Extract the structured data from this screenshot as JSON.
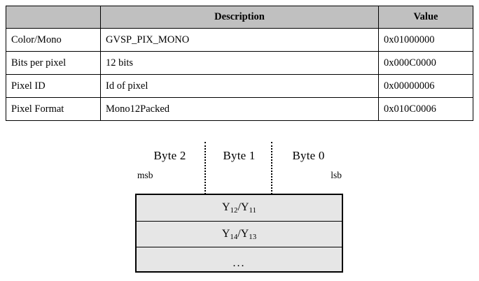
{
  "pixel_format_table": {
    "columns": [
      "",
      "Description",
      "Value"
    ],
    "rows": [
      {
        "name": "Color/Mono",
        "description": "GVSP_PIX_MONO",
        "value": "0x01000000"
      },
      {
        "name": "Bits per pixel",
        "description": "12 bits",
        "value": "0x000C0000"
      },
      {
        "name": "Pixel ID",
        "description": "Id of pixel",
        "value": "0x00000006"
      },
      {
        "name": "Pixel Format",
        "description": "Mono12Packed",
        "value": "0x010C0006"
      }
    ]
  },
  "byte_diagram": {
    "byte_labels": [
      "Byte 2",
      "Byte 1",
      "Byte 0"
    ],
    "msb_label": "msb",
    "lsb_label": "lsb",
    "rows": [
      {
        "id": "row-1",
        "first": "Y",
        "first_sub": "12",
        "sep": "/",
        "second": "Y",
        "second_sub": "11",
        "plain": ""
      },
      {
        "id": "row-2",
        "first": "Y",
        "first_sub": "14",
        "sep": "/",
        "second": "Y",
        "second_sub": "13",
        "plain": ""
      },
      {
        "id": "row-3",
        "first": "",
        "first_sub": "",
        "sep": "",
        "second": "",
        "second_sub": "",
        "plain": "..."
      }
    ]
  },
  "colors": {
    "header_fill": "#c0c0c0",
    "box_fill": "#e6e6e6",
    "stroke": "#000000",
    "page_bg": "#ffffff"
  }
}
